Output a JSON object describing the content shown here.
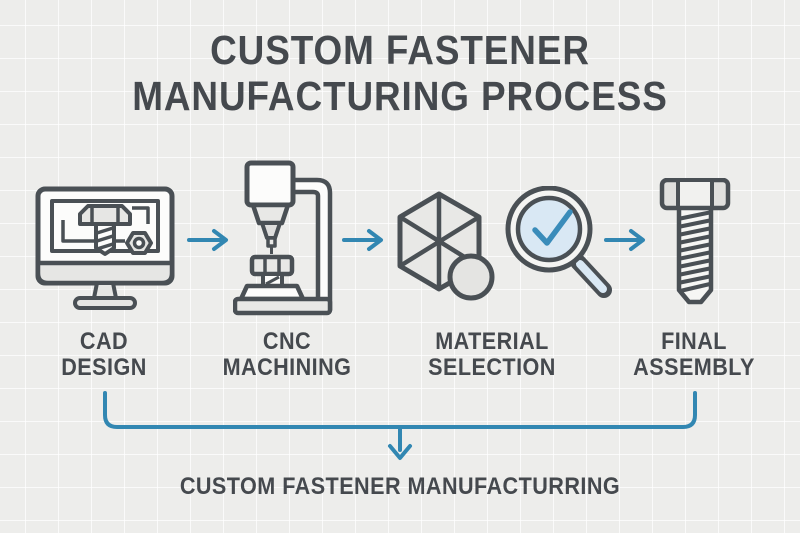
{
  "title": {
    "line1": "CUSTOM FASTENER",
    "line2": "MANUFACTURING PROCESS"
  },
  "steps": [
    {
      "line1": "CAD",
      "line2": "DESIGN",
      "icon": "cad-monitor-icon"
    },
    {
      "line1": "CNC",
      "line2": "MACHINING",
      "icon": "cnc-machine-icon"
    },
    {
      "line1": "MATERIAL",
      "line2": "SELECTION",
      "icon": "material-cube-magnifier-icon"
    },
    {
      "line1": "FINAL",
      "line2": "ASSEMBLY",
      "icon": "bolt-icon"
    }
  ],
  "footer": {
    "label": "CUSTOM FASTENER MANUFACTURRING"
  },
  "icons": {
    "between_steps": "right-arrow-icon",
    "footer_connector": "bracket-down-arrow-icon"
  },
  "colors": {
    "background": "#ededeb",
    "grid_line": "#ffffff",
    "text": "#45494e",
    "outline": "#4a5055",
    "fill_light": "#fcfcfb",
    "fill_gray": "#e6e6e4",
    "accent_blue": "#3287b2",
    "light_blue": "#d9e8f4"
  }
}
